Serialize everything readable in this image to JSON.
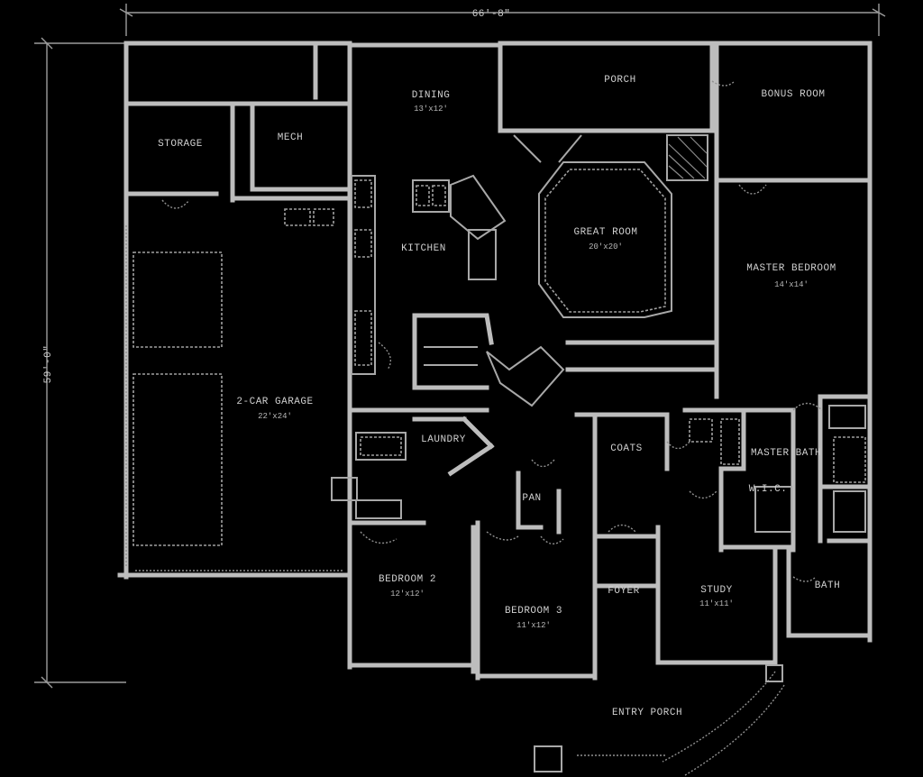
{
  "dimensions": {
    "overall_width": "66'-8\"",
    "overall_depth": "59'-0\""
  },
  "rooms": {
    "dining": {
      "name": "DINING",
      "size": "13'x12'"
    },
    "bonus_room": {
      "name": "BONUS ROOM",
      "size": ""
    },
    "porch": {
      "name": "PORCH",
      "size": ""
    },
    "master_bedroom": {
      "name": "MASTER BEDROOM",
      "size": "14'x14'"
    },
    "storage": {
      "name": "STORAGE",
      "size": ""
    },
    "mech": {
      "name": "MECH",
      "size": ""
    },
    "kitchen": {
      "name": "KITCHEN",
      "size": ""
    },
    "great_room": {
      "name": "GREAT ROOM",
      "size": "20'x20'"
    },
    "master_bath": {
      "name": "MASTER BATH",
      "size": ""
    },
    "garage": {
      "name": "2-CAR GARAGE",
      "size": "22'x24'"
    },
    "laundry": {
      "name": "LAUNDRY",
      "size": ""
    },
    "pantry": {
      "name": "PAN",
      "size": ""
    },
    "coats": {
      "name": "COATS",
      "size": ""
    },
    "bedroom_2": {
      "name": "BEDROOM 2",
      "size": "12'x12'"
    },
    "bedroom_3": {
      "name": "BEDROOM 3",
      "size": "11'x12'"
    },
    "study": {
      "name": "STUDY",
      "size": "11'x11'"
    },
    "bath": {
      "name": "BATH",
      "size": ""
    },
    "foyer": {
      "name": "FOYER",
      "size": ""
    },
    "porch_entry": {
      "name": "ENTRY PORCH",
      "size": ""
    },
    "wic": {
      "name": "W.I.C.",
      "size": ""
    }
  }
}
